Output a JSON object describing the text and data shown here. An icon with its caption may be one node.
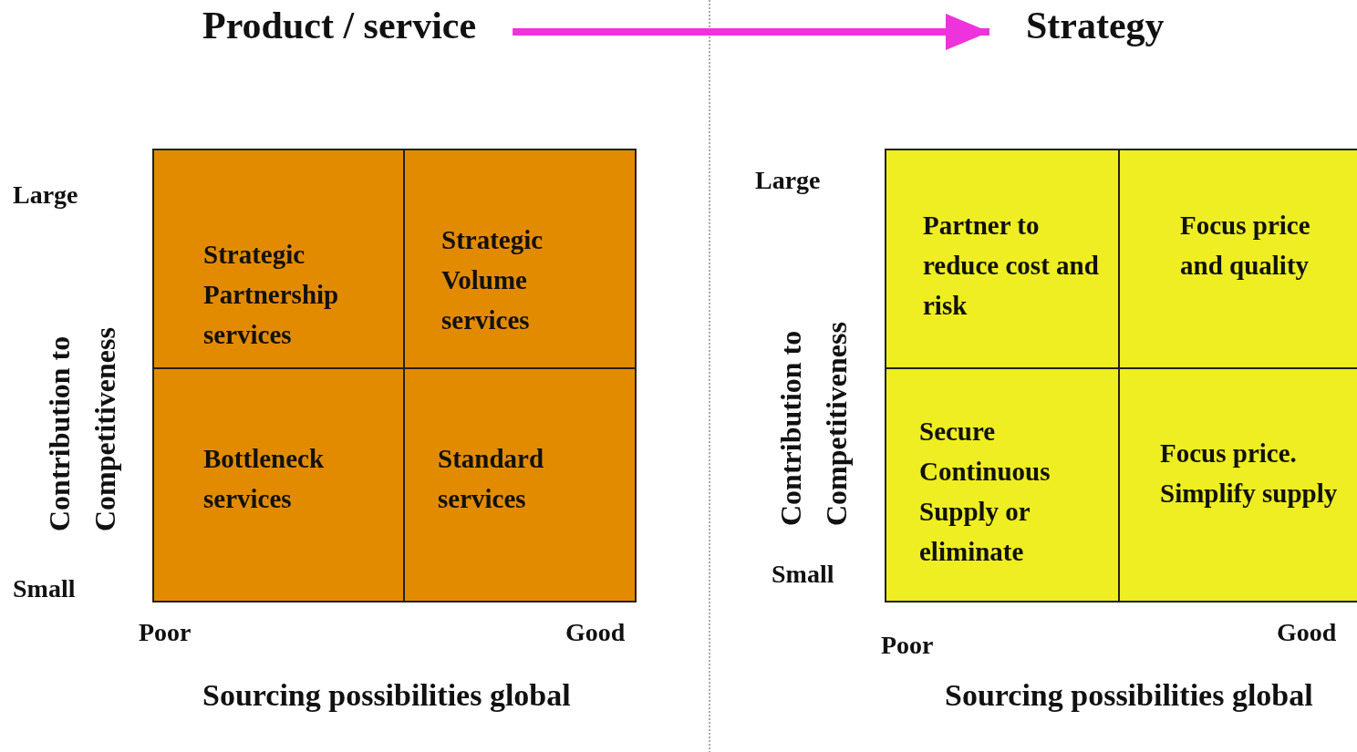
{
  "diagram": {
    "nodes": [
      {
        "text": [
          "Product / service"
        ]
      },
      {
        "text": [
          "Strategy"
        ]
      },
      {
        "text": [
          "Strategic Partnership services"
        ]
      },
      {
        "text": [
          "Strategic Volume services"
        ]
      },
      {
        "text": [
          "Bottleneck services"
        ]
      },
      {
        "text": [
          "Standard services"
        ]
      },
      {
        "text": [
          "Partner to reduce cost and risk"
        ]
      },
      {
        "text": [
          "Focus price and quality"
        ]
      },
      {
        "text": [
          "Secure Continuous Supply or eliminate"
        ]
      },
      {
        "text": [
          "Focus price. Simplify supply"
        ]
      }
    ],
    "edges": [
      {
        "from": 0,
        "to": 1,
        "arrow": "to",
        "color": "#ee33dd"
      }
    ],
    "labels": [
      "Large",
      "Contribution to Competitiveness",
      "Small",
      "Poor",
      "Good",
      "Sourcing possibilities global",
      "Large",
      "Contribution to Competitiveness",
      "Small",
      "Poor",
      "Good",
      "Sourcing possibilities global"
    ]
  }
}
